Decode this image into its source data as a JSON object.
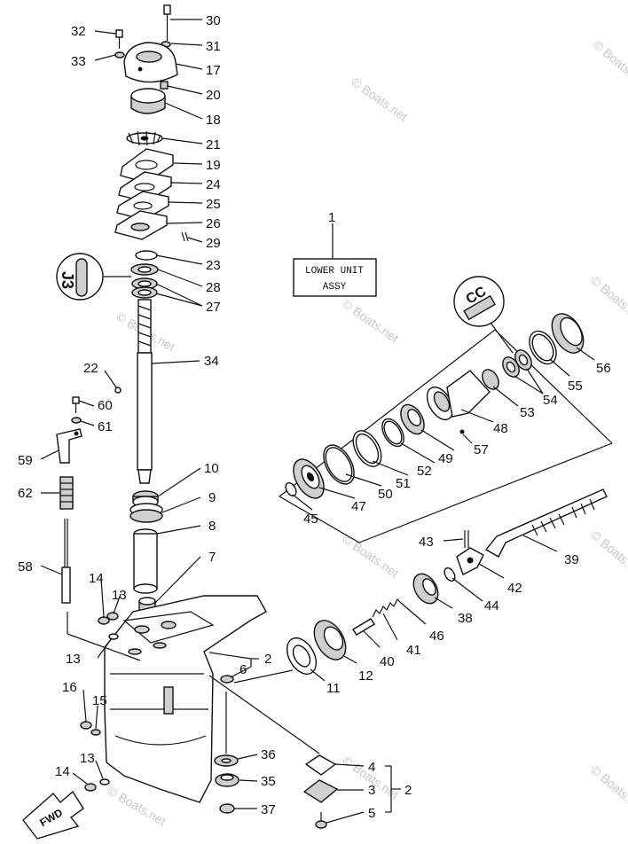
{
  "watermark": "© Boats.net",
  "lower_unit_box": {
    "line1": "LOWER UNIT",
    "line2": "ASSY"
  },
  "fwd_label": "FWD",
  "callouts": {
    "c1": "1",
    "c2a": "2",
    "c2b": "2",
    "c3": "3",
    "c4": "4",
    "c5": "5",
    "c6": "6",
    "c7": "7",
    "c8": "8",
    "c9": "9",
    "c10": "10",
    "c11": "11",
    "c12": "12",
    "c13a": "13",
    "c13b": "13",
    "c13c": "13",
    "c14a": "14",
    "c14b": "14",
    "c15": "15",
    "c16": "16",
    "c17": "17",
    "c18": "18",
    "c19": "19",
    "c20": "20",
    "c21": "21",
    "c22": "22",
    "c23": "23",
    "c24": "24",
    "c25": "25",
    "c26": "26",
    "c27": "27",
    "c28": "28",
    "c29": "29",
    "c30": "30",
    "c31": "31",
    "c32": "32",
    "c33": "33",
    "c34": "34",
    "c35": "35",
    "c36": "36",
    "c37": "37",
    "c38": "38",
    "c39": "39",
    "c40": "40",
    "c41": "41",
    "c42": "42",
    "c43": "43",
    "c44": "44",
    "c45": "45",
    "c46": "46",
    "c47": "47",
    "c48": "48",
    "c49": "49",
    "c50": "50",
    "c51": "51",
    "c52": "52",
    "c53": "53",
    "c54": "54",
    "c55": "55",
    "c56": "56",
    "c57": "57",
    "c58": "58",
    "c59": "59",
    "c60": "60",
    "c61": "61",
    "c62": "62"
  }
}
